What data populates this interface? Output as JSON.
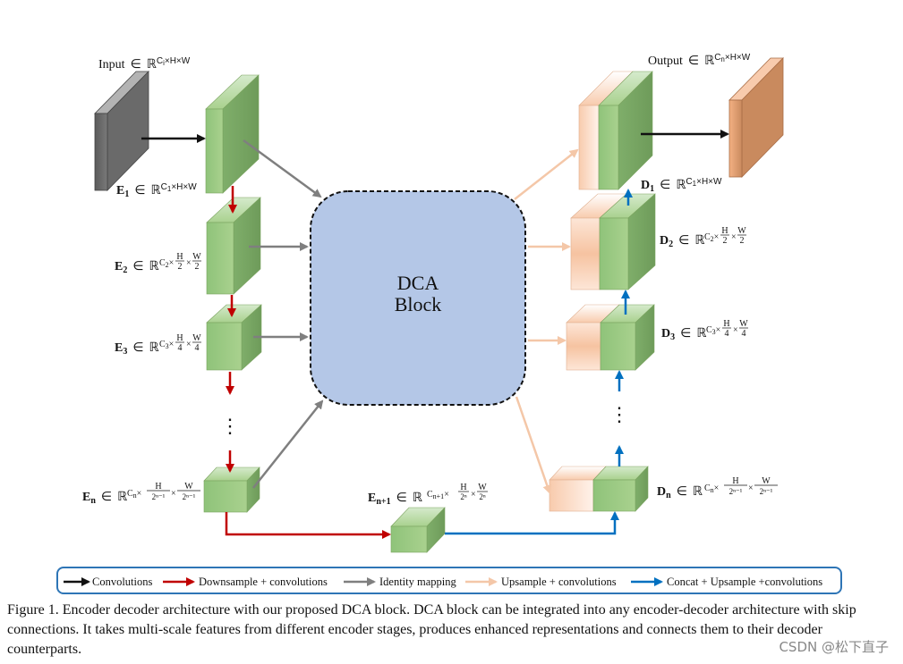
{
  "dca_block": {
    "line1": "DCA",
    "line2": "Block"
  },
  "input": {
    "text": "Input",
    "elem": "∈",
    "set": "ℝ",
    "sup": "C",
    "sub": "i",
    "rest": "×H×W"
  },
  "output": {
    "text": "Output",
    "elem": "∈",
    "set": "ℝ",
    "sup": "C",
    "sub": "n",
    "rest": "×H×W"
  },
  "encoders": {
    "e1": {
      "sym": "E",
      "sub": "1",
      "elem": "∈",
      "set": "ℝ",
      "c": "C",
      "csub": "1",
      "rest": "×H×W"
    },
    "e2": {
      "sym": "E",
      "sub": "2",
      "elem": "∈",
      "set": "ℝ",
      "c": "C",
      "csub": "2",
      "num1": "H",
      "den1": "2",
      "num2": "W",
      "den2": "2"
    },
    "e3": {
      "sym": "E",
      "sub": "3",
      "elem": "∈",
      "set": "ℝ",
      "c": "C",
      "csub": "3",
      "num1": "H",
      "den1": "4",
      "num2": "W",
      "den2": "4"
    },
    "en": {
      "sym": "E",
      "sub": "n",
      "elem": "∈",
      "set": "ℝ",
      "c": "C",
      "csub": "n",
      "num1": "H",
      "den1": "2ⁿ⁻¹",
      "num2": "W",
      "den2": "2ⁿ⁻¹"
    },
    "en1": {
      "sym": "E",
      "sub": "n+1",
      "elem": "∈",
      "set": "ℝ",
      "c": "C",
      "csub": "n+1",
      "num1": "H",
      "den1": "2ⁿ",
      "num2": "W",
      "den2": "2ⁿ"
    }
  },
  "decoders": {
    "d1": {
      "sym": "D",
      "sub": "1",
      "elem": "∈",
      "set": "ℝ",
      "c": "C",
      "csub": "1",
      "rest": "×H×W"
    },
    "d2": {
      "sym": "D",
      "sub": "2",
      "elem": "∈",
      "set": "ℝ",
      "c": "C",
      "csub": "2",
      "num1": "H",
      "den1": "2",
      "num2": "W",
      "den2": "2"
    },
    "d3": {
      "sym": "D",
      "sub": "3",
      "elem": "∈",
      "set": "ℝ",
      "c": "C",
      "csub": "3",
      "num1": "H",
      "den1": "4",
      "num2": "W",
      "den2": "4"
    },
    "dn": {
      "sym": "D",
      "sub": "n",
      "elem": "∈",
      "set": "ℝ",
      "c": "C",
      "csub": "n",
      "num1": "H",
      "den1": "2ⁿ⁻¹",
      "num2": "W",
      "den2": "2ⁿ⁻¹"
    }
  },
  "ellipsis": "⋮",
  "legend": {
    "items": [
      {
        "label": "Convolutions",
        "color": "#111111"
      },
      {
        "label": "Downsample + convolutions",
        "color": "#c00000"
      },
      {
        "label": "Identity mapping",
        "color": "#7f7f7f"
      },
      {
        "label": "Upsample + convolutions",
        "color": "#f4c7a8"
      },
      {
        "label": "Concat + Upsample +convolutions",
        "color": "#0070c0"
      }
    ],
    "border_color": "#2e75b6"
  },
  "colors": {
    "dca_fill": "#b4c7e7",
    "encoder_green": "#a9d18e",
    "decoder_peach": "#f8cbad",
    "input_gray": "#7f7f7f",
    "output_orange": "#f4b183"
  },
  "caption": "Figure 1. Encoder decoder architecture with our proposed DCA block. DCA block can be integrated into any encoder-decoder architecture with skip connections. It takes multi-scale features from different encoder stages, produces enhanced representations and connects them to their decoder counterparts.",
  "watermark": "CSDN @松下直子"
}
